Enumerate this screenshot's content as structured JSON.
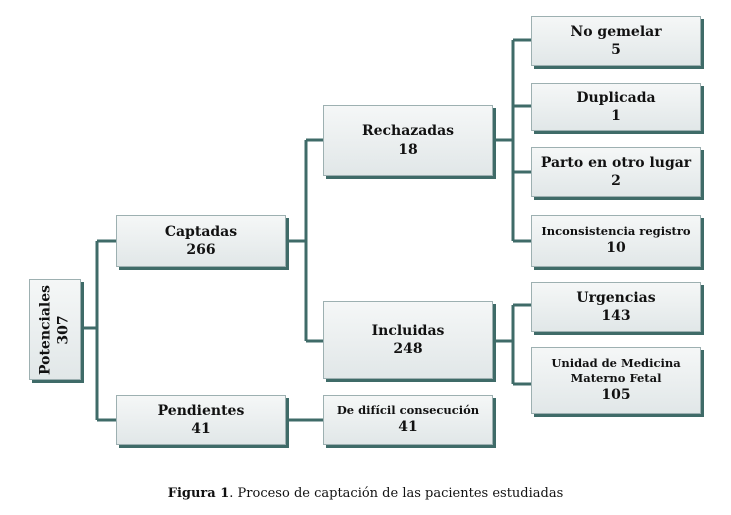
{
  "nodes": {
    "potenciales": {
      "label": "Potenciales",
      "value": "307"
    },
    "captadas": {
      "label": "Captadas",
      "value": "266"
    },
    "pendientes": {
      "label": "Pendientes",
      "value": "41"
    },
    "rechazadas": {
      "label": "Rechazadas",
      "value": "18"
    },
    "incluidas": {
      "label": "Incluidas",
      "value": "248"
    },
    "dificil": {
      "label": "De difícil consecución",
      "value": "41"
    },
    "no_gemelar": {
      "label": "No gemelar",
      "value": "5"
    },
    "duplicada": {
      "label": "Duplicada",
      "value": "1"
    },
    "parto_otro_lugar": {
      "label": "Parto en otro lugar",
      "value": "2"
    },
    "inconsistencia": {
      "label": "Inconsistencia registro",
      "value": "10"
    },
    "urgencias": {
      "label": "Urgencias",
      "value": "143"
    },
    "unidad_medicina": {
      "label": "Unidad de Medicina Materno Fetal",
      "value": "105"
    }
  },
  "caption": {
    "prefix": "Figura 1",
    "text": ". Proceso de captación de las pacientes estudiadas"
  },
  "colors": {
    "connector": "#3f6b68",
    "box_fill": "#e6ecec",
    "box_border": "#9db0b1"
  }
}
